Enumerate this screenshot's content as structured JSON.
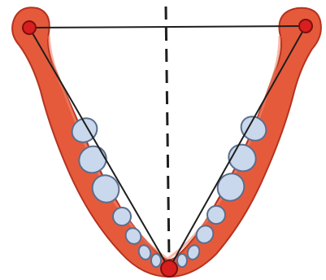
{
  "diagram": {
    "subject": "mandible-arch-occlusal-view",
    "colors": {
      "background": "#ffffff",
      "bone_fill": "#e65a3c",
      "bone_stroke": "#c0392b",
      "tooth_fill": "#c9d8ec",
      "tooth_stroke": "#5a6e8c",
      "landmark_fill": "#d81e1e",
      "landmark_stroke": "#7a1010",
      "line": "#1e1e1e"
    },
    "landmarks": [
      "left-condyle",
      "right-condyle",
      "symphysis-point"
    ],
    "lines": [
      "intercondylar-line",
      "left-ramus-line",
      "right-ramus-line",
      "midline-dashed"
    ]
  }
}
